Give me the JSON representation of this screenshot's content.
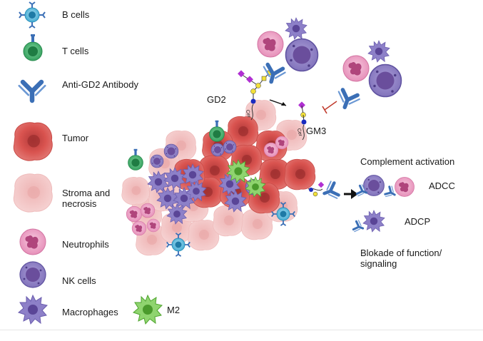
{
  "legend": {
    "b_cells": "B cells",
    "t_cells": "T cells",
    "antibody": "Anti-GD2 Antibody",
    "tumor": "Tumor",
    "stroma": "Stroma and necrosis",
    "neutrophils": "Neutrophils",
    "nk_cells": "NK cells",
    "macrophages": "Macrophages",
    "m2": "M2"
  },
  "diagram": {
    "gd2": "GD2",
    "gm3": "GM3",
    "cer_top": "Cer",
    "cer_bottom": "Cer",
    "complement": "Complement activation",
    "adcc": "ADCC",
    "adcp": "ADCP",
    "blockade": "Blokade of function/ signaling"
  },
  "colors": {
    "tumor": "#d9534f",
    "stroma": "#f3c4c4",
    "neutrophil": "#e89ac0",
    "nk": "#8c7fc0",
    "macrophage": "#8577c3",
    "m2": "#6cc24a",
    "tcell": "#3fae6a",
    "bcell": "#4bb4d8",
    "antibody": "#3b6fb6"
  }
}
